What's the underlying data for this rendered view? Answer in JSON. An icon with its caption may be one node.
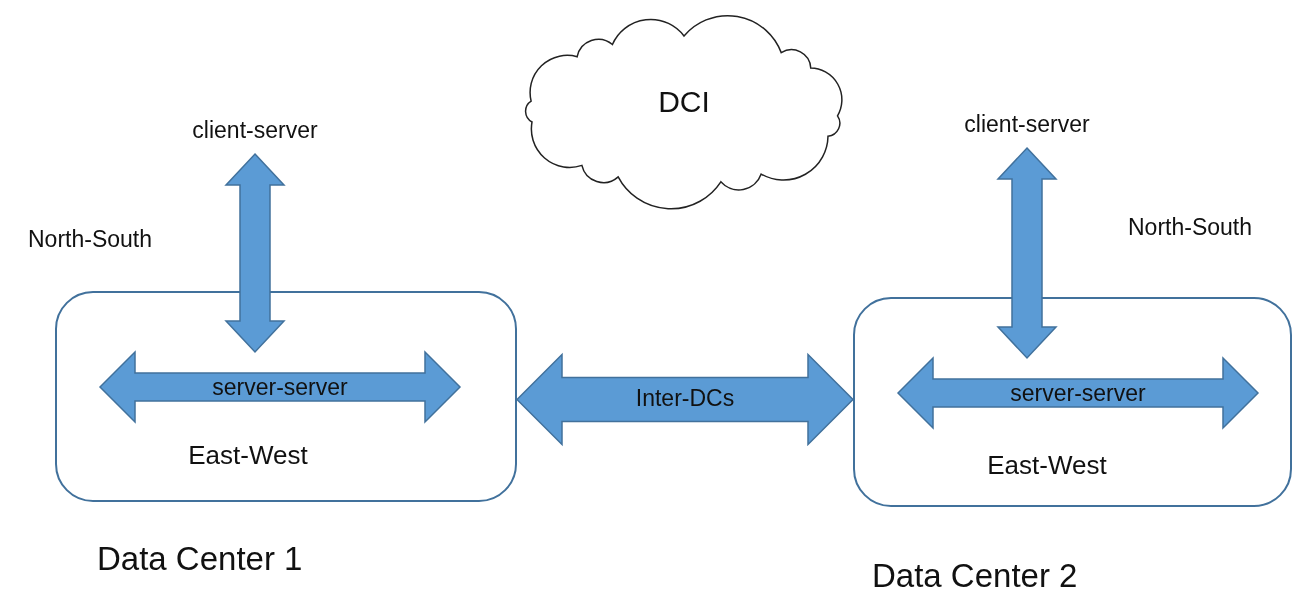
{
  "diagram": {
    "nodes": [
      {
        "text": [
          "DCI"
        ]
      },
      {
        "text": [
          "client-server"
        ]
      },
      {
        "text": [
          "Data Center 1"
        ]
      },
      {
        "text": [
          "server-server"
        ],
        "in": 2,
        "beside": [
          "East-West"
        ]
      },
      {
        "text": [
          "client-server"
        ]
      },
      {
        "text": [
          "Data Center 2"
        ]
      },
      {
        "text": [
          "server-server"
        ],
        "in": 5,
        "beside": [
          "East-West"
        ]
      }
    ],
    "edges": [
      {
        "from": 1,
        "to": 3,
        "arrow": "both",
        "label": "North-South"
      },
      {
        "from": 4,
        "to": 6,
        "arrow": "both",
        "label": "North-South"
      },
      {
        "from": 2,
        "to": 5,
        "arrow": "both",
        "label": "Inter-DCs"
      }
    ]
  }
}
